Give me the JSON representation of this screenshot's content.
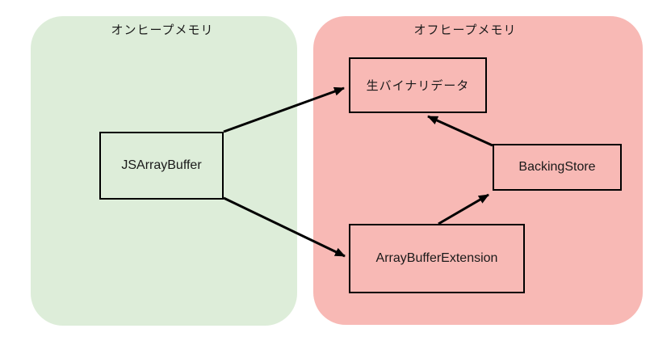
{
  "diagram": {
    "title": "",
    "regions": [
      {
        "id": "on-heap",
        "label": "オンヒープメモリ",
        "color": "#ddedd9"
      },
      {
        "id": "off-heap",
        "label": "オフヒープメモリ",
        "color": "#f8b9b5"
      }
    ],
    "nodes": [
      {
        "id": "jsarraybuffer",
        "label": "JSArrayBuffer",
        "region": "on-heap"
      },
      {
        "id": "raw-binary-data",
        "label": "生バイナリデータ",
        "region": "off-heap"
      },
      {
        "id": "backingstore",
        "label": "BackingStore",
        "region": "off-heap"
      },
      {
        "id": "arraybufferextension",
        "label": "ArrayBufferExtension",
        "region": "off-heap"
      }
    ],
    "edges": [
      {
        "from": "jsarraybuffer",
        "to": "raw-binary-data",
        "points": [
          [
            277,
            163
          ],
          [
            426,
            109
          ]
        ]
      },
      {
        "from": "jsarraybuffer",
        "to": "arraybufferextension",
        "points": [
          [
            277,
            245
          ],
          [
            427,
            317
          ]
        ]
      },
      {
        "from": "arraybufferextension",
        "to": "backingstore",
        "points": [
          [
            543,
            277
          ],
          [
            605,
            241
          ]
        ]
      },
      {
        "from": "backingstore",
        "to": "raw-binary-data",
        "points": [
          [
            610,
            180
          ],
          [
            530,
            144
          ]
        ]
      }
    ],
    "edge_color": "#000000",
    "node_border_color": "#000000",
    "text_color": "#1a1a1a"
  }
}
